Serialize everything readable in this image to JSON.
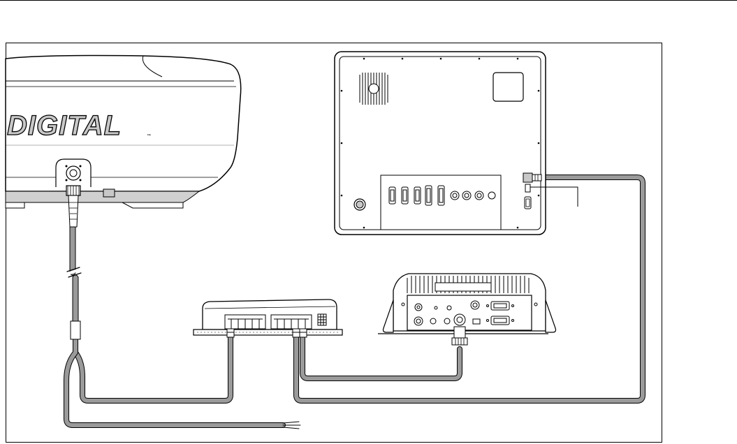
{
  "radome": {
    "brand_text": "DIGITAL",
    "trademark": "™"
  },
  "colors": {
    "line": "#000000",
    "cable": "#9a9a9a",
    "cable_inner": "#d4d4d4",
    "shade": "#c8c8c8",
    "paper": "#ffffff"
  },
  "components": [
    "radar-scanner",
    "display-rear-panel",
    "junction-box",
    "processor-unit",
    "power-cable"
  ]
}
